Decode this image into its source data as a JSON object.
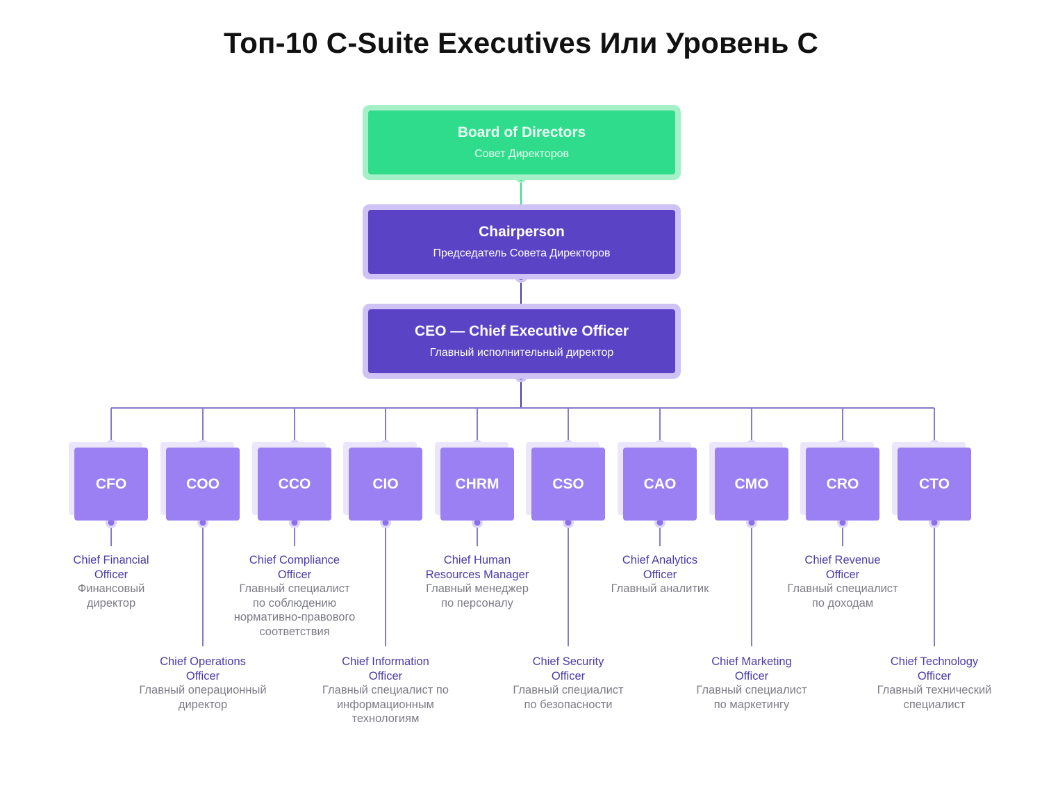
{
  "title": "Топ-10 C-Suite Executives Или Уровень С",
  "colors": {
    "green": "#2fdc8c",
    "purple": "#5b43c6",
    "light_purple": "#9a80f2",
    "line": "#8a78c8"
  },
  "board": {
    "title": "Board of Directors",
    "subtitle": "Совет Директоров"
  },
  "chair": {
    "title": "Chairperson",
    "subtitle": "Председатель Совета Директоров"
  },
  "ceo": {
    "title": "CEO — Chief Executive Officer",
    "subtitle": "Главный исполнительный директор"
  },
  "executives": [
    {
      "abbr": "CFO",
      "en_1": "Chief Financial",
      "en_2": "Officer",
      "ru_1": "Финансовый",
      "ru_2": "директор",
      "ru_3": "",
      "ru_4": ""
    },
    {
      "abbr": "COO",
      "en_1": "Chief Operations",
      "en_2": "Officer",
      "ru_1": "Главный операционный",
      "ru_2": "директор",
      "ru_3": "",
      "ru_4": ""
    },
    {
      "abbr": "CCO",
      "en_1": "Chief Compliance",
      "en_2": "Officer",
      "ru_1": "Главный специалист",
      "ru_2": "по соблюдению",
      "ru_3": "нормативно-правового",
      "ru_4": "соответствия"
    },
    {
      "abbr": "CIO",
      "en_1": "Chief Information",
      "en_2": "Officer",
      "ru_1": "Главный специалист по",
      "ru_2": "информационным",
      "ru_3": "технологиям",
      "ru_4": ""
    },
    {
      "abbr": "CHRM",
      "en_1": "Chief Human",
      "en_2": "Resources Manager",
      "ru_1": "Главный менеджер",
      "ru_2": "по персоналу",
      "ru_3": "",
      "ru_4": ""
    },
    {
      "abbr": "CSO",
      "en_1": "Chief Security",
      "en_2": "Officer",
      "ru_1": "Главный специалист",
      "ru_2": "по безопасности",
      "ru_3": "",
      "ru_4": ""
    },
    {
      "abbr": "CAO",
      "en_1": "Chief Analytics",
      "en_2": "Officer",
      "ru_1": "Главный аналитик",
      "ru_2": "",
      "ru_3": "",
      "ru_4": ""
    },
    {
      "abbr": "CMO",
      "en_1": "Chief Marketing",
      "en_2": "Officer",
      "ru_1": "Главный специалист",
      "ru_2": "по маркетингу",
      "ru_3": "",
      "ru_4": ""
    },
    {
      "abbr": "CRO",
      "en_1": "Chief Revenue",
      "en_2": "Officer",
      "ru_1": "Главный специалист",
      "ru_2": "по доходам",
      "ru_3": "",
      "ru_4": ""
    },
    {
      "abbr": "CTO",
      "en_1": "Chief Technology",
      "en_2": "Officer",
      "ru_1": "Главный технический",
      "ru_2": "специалист",
      "ru_3": "",
      "ru_4": ""
    }
  ]
}
